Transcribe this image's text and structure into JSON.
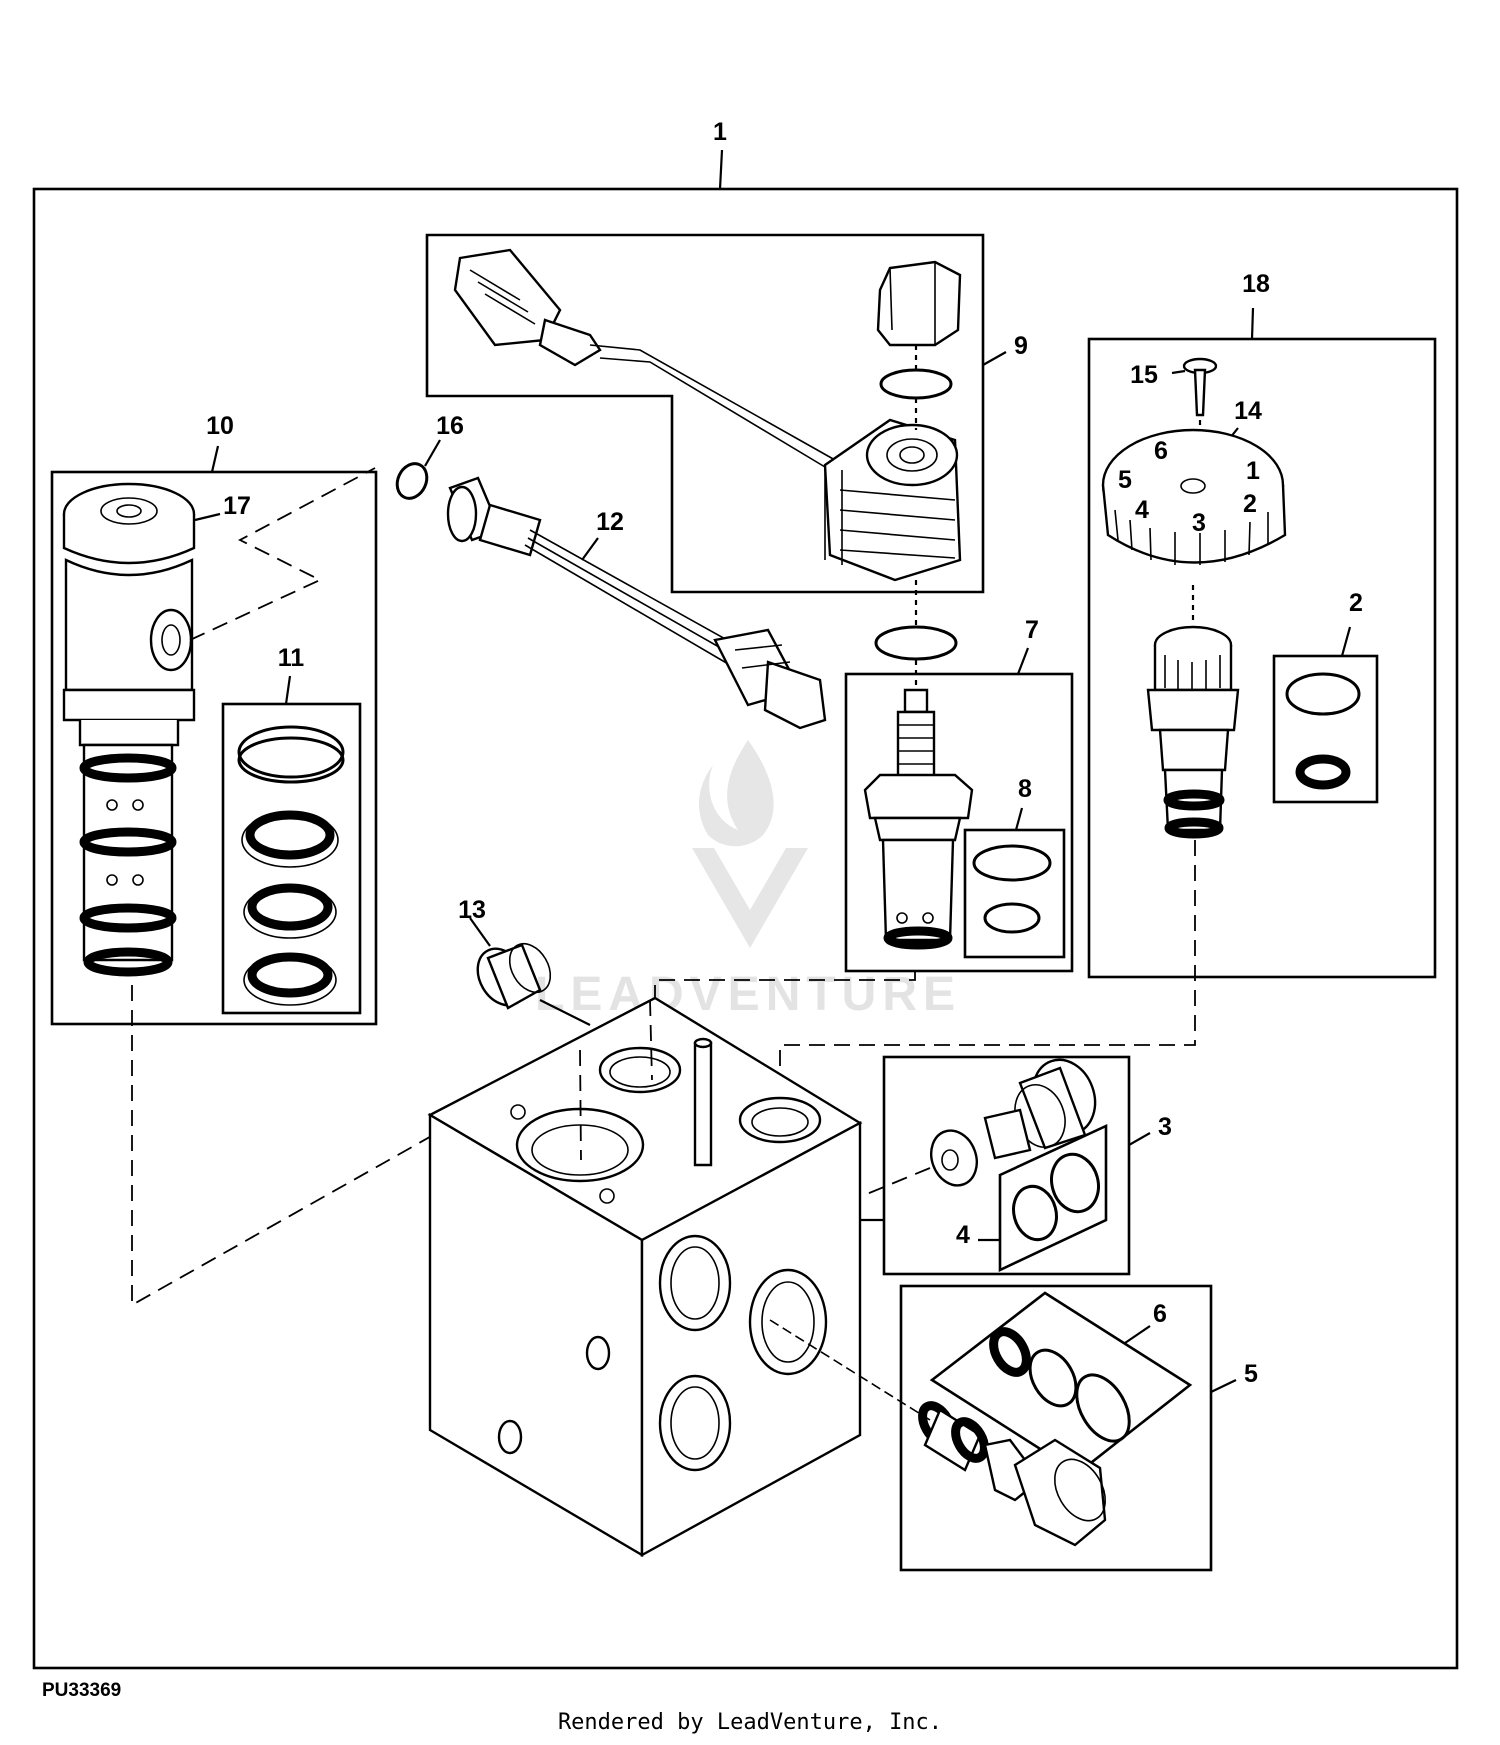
{
  "diagram": {
    "figure_id": "PU33369",
    "footer": "Rendered by LeadVenture, Inc.",
    "watermark": "LEADVENTURE",
    "callouts": [
      {
        "id": "c1",
        "text": "1"
      },
      {
        "id": "c2",
        "text": "2"
      },
      {
        "id": "c3",
        "text": "3"
      },
      {
        "id": "c4",
        "text": "4"
      },
      {
        "id": "c5",
        "text": "5"
      },
      {
        "id": "c6",
        "text": "6"
      },
      {
        "id": "c7",
        "text": "7"
      },
      {
        "id": "c8",
        "text": "8"
      },
      {
        "id": "c9",
        "text": "9"
      },
      {
        "id": "c10",
        "text": "10"
      },
      {
        "id": "c11",
        "text": "11"
      },
      {
        "id": "c12",
        "text": "12"
      },
      {
        "id": "c13",
        "text": "13"
      },
      {
        "id": "c14",
        "text": "14"
      },
      {
        "id": "c15",
        "text": "15"
      },
      {
        "id": "c16",
        "text": "16"
      },
      {
        "id": "c17",
        "text": "17"
      },
      {
        "id": "c18",
        "text": "18"
      }
    ],
    "dial_marks": [
      "1",
      "2",
      "3",
      "4",
      "5",
      "6"
    ]
  }
}
